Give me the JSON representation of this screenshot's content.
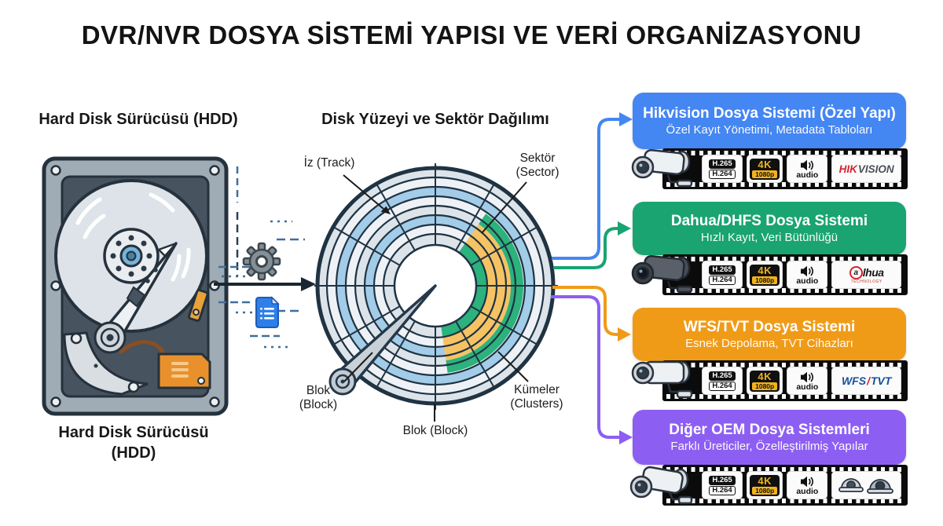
{
  "title": "DVR/NVR DOSYA SİSTEMİ YAPISI VE VERİ ORGANİZASYONU",
  "hdd": {
    "header": "Hard Disk Sürücüsü (HDD)",
    "caption_line1": "Hard Disk Sürücüsü",
    "caption_line2": "(HDD)"
  },
  "disk": {
    "header": "Disk Yüzeyi ve Sektör Dağılımı",
    "labels": {
      "track": "İz (Track)",
      "sector_line1": "Sektör",
      "sector_line2": "(Sector)",
      "block_left_line1": "Blok",
      "block_left_line2": "(Block)",
      "block_bottom": "Blok (Block)",
      "clusters_line1": "Kümeler",
      "clusters_line2": "(Clusters)"
    }
  },
  "badges": {
    "codec_top": "H.265",
    "codec_bottom": "H.264",
    "res_top": "4K",
    "res_bottom": "1080p",
    "audio": "audio"
  },
  "systems": [
    {
      "title": "Hikvision Dosya Sistemi (Özel Yapı)",
      "subtitle": "Özel Kayıt Yönetimi, Metadata Tabloları",
      "color": "#4486f2",
      "logo": {
        "type": "hikvision",
        "part1": "HIK",
        "part2": "VISION"
      }
    },
    {
      "title": "Dahua/DHFS Dosya Sistemi",
      "subtitle": "Hızlı Kayıt, Veri Bütünlüğü",
      "color": "#19a472",
      "logo": {
        "type": "dahua",
        "part1": "a",
        "part2": "lhua",
        "part3": "TECHNOLOGY"
      }
    },
    {
      "title": "WFS/TVT Dosya Sistemi",
      "subtitle": "Esnek Depolama, TVT Cihazları",
      "color": "#f09b18",
      "logo": {
        "type": "wfs-tvt",
        "part1": "WFS",
        "part2": "/",
        "part3": "TVT"
      }
    },
    {
      "title": "Diğer OEM Dosya Sistemleri",
      "subtitle": "Farklı Üreticiler, Özelleştirilmiş Yapılar",
      "color": "#8d5ef2",
      "logo": {
        "type": "dome-cameras"
      }
    }
  ],
  "colors": {
    "ring_blue": "#a3cce8",
    "cluster_green": "#2cb27c",
    "cluster_orange": "#f6c364",
    "line_dark": "#1f3343",
    "decor_blue": "#3f6f9d"
  },
  "icons": {
    "gear": "⚙",
    "document": "🗎",
    "speaker": "🔊",
    "arrow_right": "→"
  }
}
